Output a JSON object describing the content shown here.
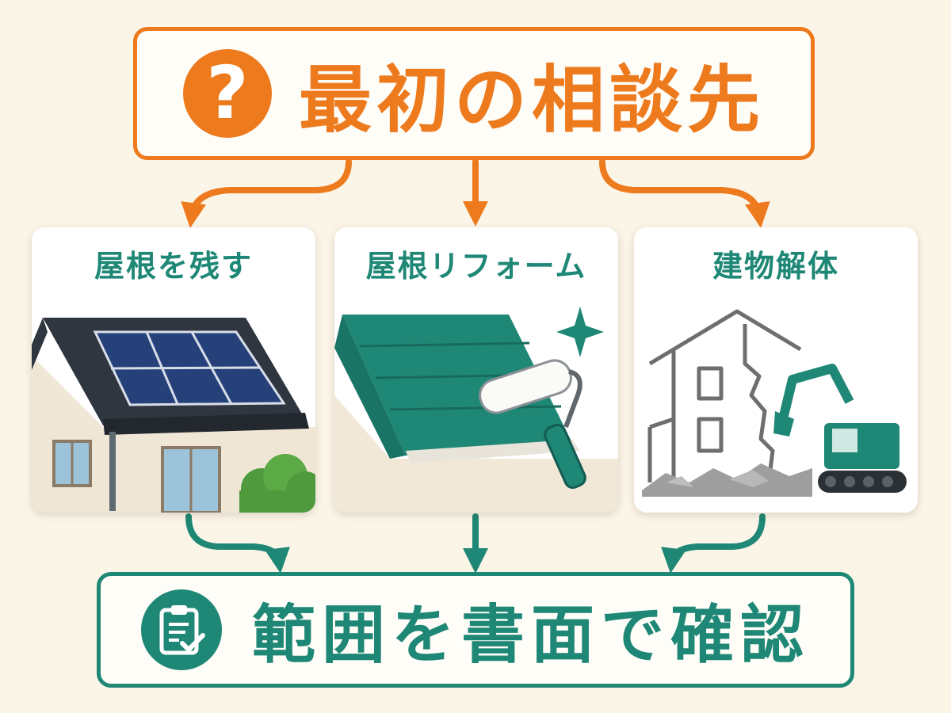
{
  "colors": {
    "orange": "#EE7A1E",
    "teal": "#1E8775",
    "background": "#FBF5E8"
  },
  "top": {
    "icon": "question-mark-icon",
    "icon_glyph": "?",
    "title": "最初の相談先"
  },
  "options": [
    {
      "label": "屋根を残す",
      "illustration": "house-with-solar-panels"
    },
    {
      "label": "屋根リフォーム",
      "illustration": "roof-paint-roller"
    },
    {
      "label": "建物解体",
      "illustration": "house-demolition-excavator"
    }
  ],
  "bottom": {
    "icon": "clipboard-check-icon",
    "title": "範囲を書面で確認"
  }
}
